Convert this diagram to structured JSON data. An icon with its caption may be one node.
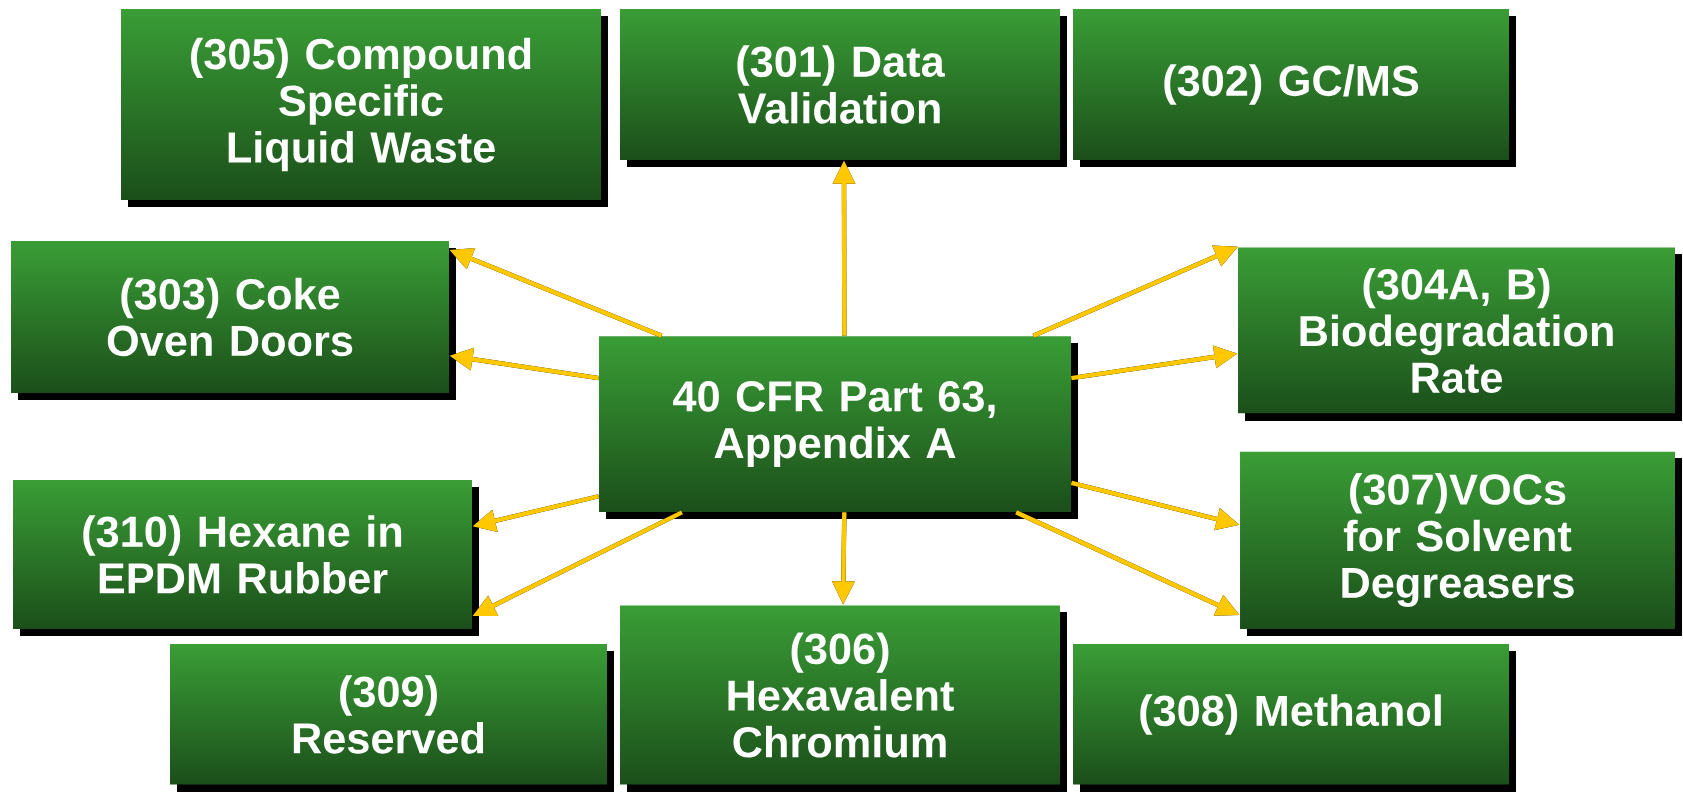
{
  "diagram": {
    "nodes": [
      {
        "text": [
          "(305) Compound Specific Liquid Waste"
        ]
      },
      {
        "text": [
          "(301) Data Validation"
        ]
      },
      {
        "text": [
          "(302) GC/MS"
        ]
      },
      {
        "text": [
          "(303) Coke Oven Doors"
        ]
      },
      {
        "text": [
          "(304A, B) Biodegradation Rate"
        ]
      },
      {
        "text": [
          "40 CFR Part 63, Appendix A"
        ]
      },
      {
        "text": [
          "(310) Hexane in EPDM Rubber"
        ]
      },
      {
        "text": [
          "(307)VOCs for Solvent Degreasers"
        ]
      },
      {
        "text": [
          "(309) Reserved"
        ]
      },
      {
        "text": [
          "(306) Hexavalent Chromium"
        ]
      },
      {
        "text": [
          "(308) Methanol"
        ]
      }
    ],
    "edges": [
      {
        "from": 5,
        "to": 1,
        "arrow": "to"
      },
      {
        "from": 5,
        "to": 3,
        "arrow": "to"
      },
      {
        "from": 5,
        "to": 3,
        "arrow": "to"
      },
      {
        "from": 5,
        "to": 6,
        "arrow": "to"
      },
      {
        "from": 5,
        "to": 6,
        "arrow": "to"
      },
      {
        "from": 5,
        "to": 9,
        "arrow": "to"
      },
      {
        "from": 5,
        "to": 4,
        "arrow": "to"
      },
      {
        "from": 5,
        "to": 4,
        "arrow": "to"
      },
      {
        "from": 5,
        "to": 7,
        "arrow": "to"
      },
      {
        "from": 5,
        "to": 7,
        "arrow": "to"
      }
    ]
  }
}
